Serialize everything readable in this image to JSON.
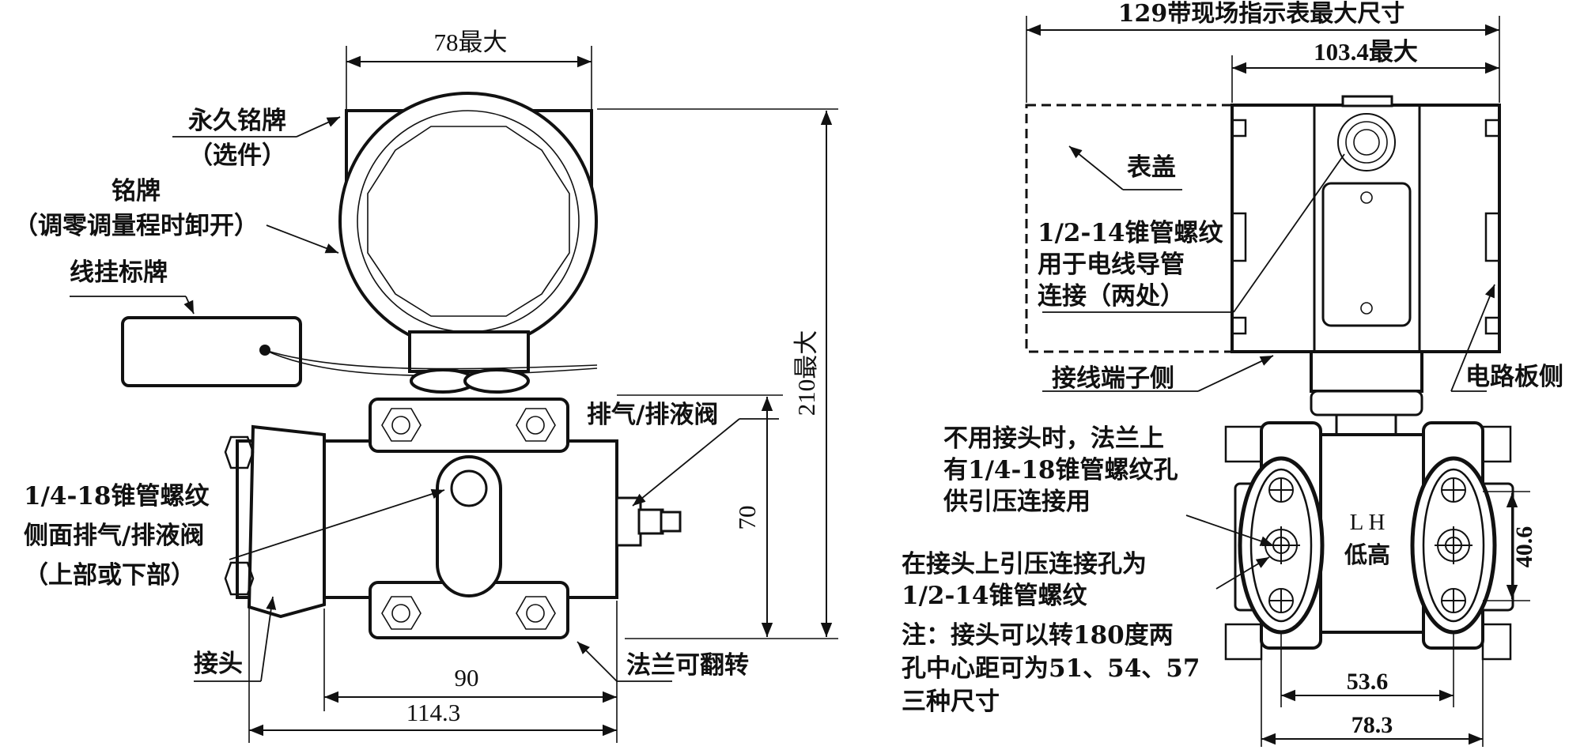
{
  "left_view": {
    "dim_top": "78最大",
    "dim_height": "210最大",
    "dim_flange": "70",
    "dim_90": "90",
    "dim_114": "114.3",
    "label_perm_plate_1": "永久铭牌",
    "label_perm_plate_2": "（选件）",
    "label_plate_1": "铭牌",
    "label_plate_2": "（调零调量程时卸开）",
    "label_hang_tag": "线挂标牌",
    "label_vent_valve": "排气/排液阀",
    "label_side_1": "1/4-18锥管螺纹",
    "label_side_2": "侧面排气/排液阀",
    "label_side_3": "（上部或下部）",
    "label_connector": "接头",
    "label_flange_flip": "法兰可翻转"
  },
  "right_view": {
    "dim_129": "129带现场指示表最大尺寸",
    "dim_103": "103.4最大",
    "dim_40": "40.6",
    "dim_53": "53.6",
    "dim_78": "78.3",
    "label_cover": "表盖",
    "label_conduit_1": "1/2-14锥管螺纹",
    "label_conduit_2": "用于电线导管",
    "label_conduit_3": "连接（两处）",
    "label_terminal": "接线端子侧",
    "label_circuit": "电路板侧",
    "label_flange_1": "不用接头时，法兰上",
    "label_flange_2": "有1/4-18锥管螺纹孔",
    "label_flange_3": "供引压连接用",
    "label_conn_hole_1": "在接头上引压连接孔为",
    "label_conn_hole_2": "1/2-14锥管螺纹",
    "label_note_1": "注：接头可以转180度两",
    "label_note_2": "孔中心距可为51、54、57",
    "label_note_3": "三种尺寸",
    "label_LH": "L H",
    "label_low_high": "低高"
  }
}
